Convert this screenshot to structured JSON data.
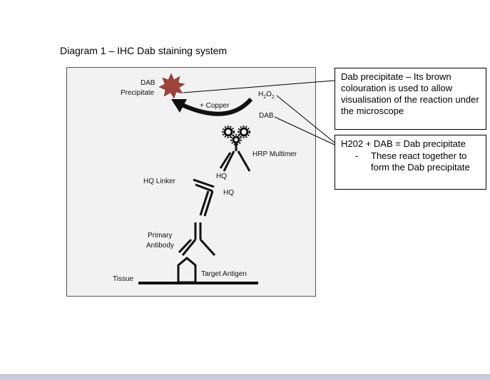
{
  "title": "Diagram  1 – IHC Dab staining system",
  "figure": {
    "dab_label_line1": "DAB",
    "dab_label_line2": "Precipitate",
    "copper_label": "+ Copper",
    "h2o2_label": "H2O2",
    "h2o2_label_main": "H",
    "h2o2_sub1": "2",
    "h2o2_mid": "O",
    "h2o2_sub2": "2",
    "dab_reagent_label": "DAB",
    "hrp_label": "HRP Multimer",
    "hq_linker_label": "HQ Linker",
    "hq_label_top": "HQ",
    "hq_label_bottom": "HQ",
    "primary_label_line1": "Primary",
    "primary_label_line2": "Antibody",
    "tissue_label": "Tissue",
    "target_label": "Target Antigen"
  },
  "callouts": {
    "precipitate": "Dab precipitate – Its brown colouration is used to allow visualisation  of the reaction under the microscope",
    "reaction_title": "H202 + DAB = Dab precipitate",
    "reaction_dash": "-",
    "reaction_bullet": "These react together to form the Dab precipitate"
  },
  "colors": {
    "precipitate": "#a0433a",
    "figure_background": "#f2f2f2"
  }
}
